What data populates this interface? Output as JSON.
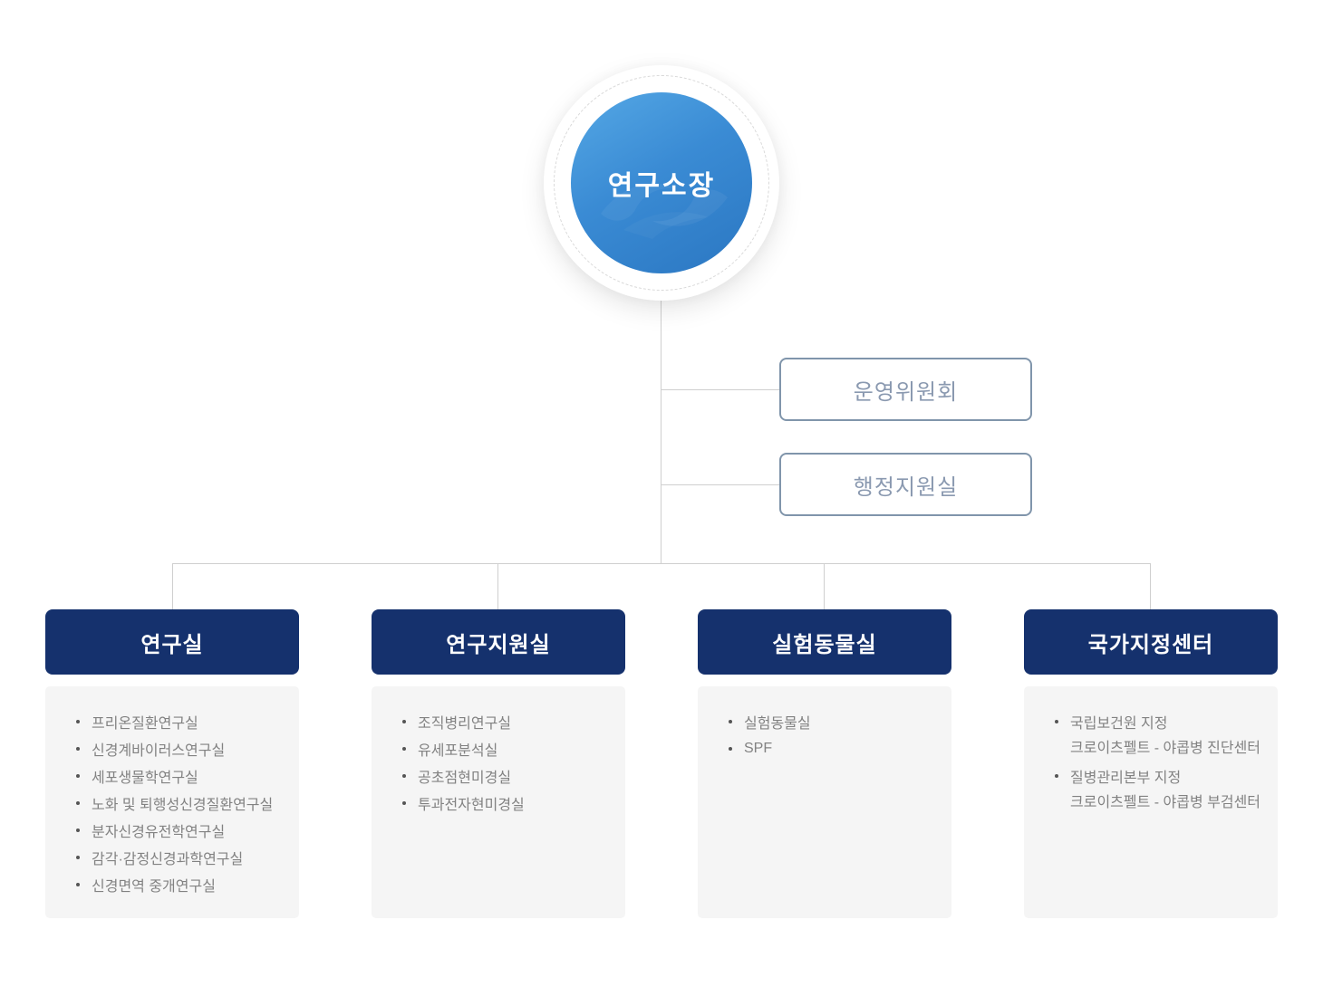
{
  "root": {
    "label": "연구소장"
  },
  "committees": [
    {
      "label": "운영위원회"
    },
    {
      "label": "행정지원실"
    }
  ],
  "departments": [
    {
      "title": "연구실",
      "items": [
        {
          "text": "프리온질환연구실"
        },
        {
          "text": "신경계바이러스연구실"
        },
        {
          "text": "세포생물학연구실"
        },
        {
          "text": "노화 및 퇴행성신경질환연구실"
        },
        {
          "text": "분자신경유전학연구실"
        },
        {
          "text": "감각·감정신경과학연구실"
        },
        {
          "text": "신경면역 중개연구실"
        }
      ]
    },
    {
      "title": "연구지원실",
      "items": [
        {
          "text": "조직병리연구실"
        },
        {
          "text": "유세포분석실"
        },
        {
          "text": "공초점현미경실"
        },
        {
          "text": "투과전자현미경실"
        }
      ]
    },
    {
      "title": "실험동물실",
      "items": [
        {
          "text": "실험동물실"
        },
        {
          "text": "SPF"
        }
      ]
    },
    {
      "title": "국가지정센터",
      "items": [
        {
          "text": "국립보건원 지정",
          "sub": "크로이츠펠트 - 야콥병 진단센터"
        },
        {
          "text": "질병관리본부 지정",
          "sub": "크로이츠펠트 - 야콥병 부검센터"
        }
      ]
    }
  ],
  "colors": {
    "primary_navy": "#15316d",
    "circle_blue_top": "#55a8e5",
    "circle_blue_bottom": "#2b77c2",
    "committee_border": "#8095ab",
    "committee_text": "#8a99b0",
    "panel_bg": "#f5f5f5",
    "list_text": "#828282",
    "connector_line": "#cfcfcf"
  }
}
